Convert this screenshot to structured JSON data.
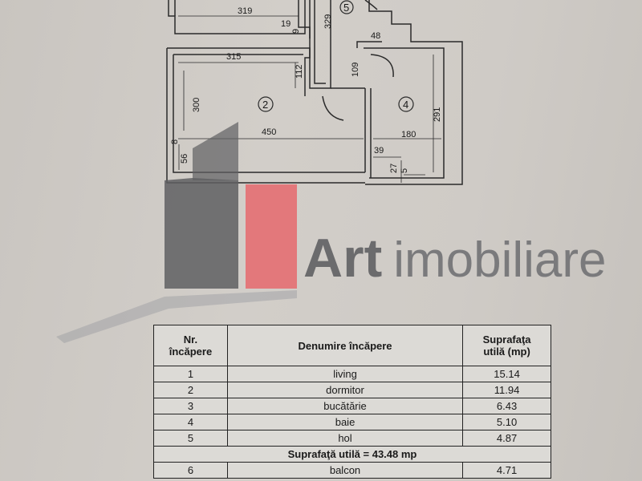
{
  "plan": {
    "dims": {
      "d319": "319",
      "d19": "19",
      "d329": "329",
      "d48": "48",
      "d315": "315",
      "d112": "112",
      "d109": "109",
      "d300": "300",
      "d291": "291",
      "d450": "450",
      "d180": "180",
      "d39": "39",
      "d56": "56",
      "d8": "8",
      "d27": "27",
      "d5": "5",
      "d9": "9"
    },
    "rooms": {
      "r2": "2",
      "r4": "4",
      "r5": "5"
    }
  },
  "logo": {
    "brand_bold": "Art",
    "brand_light": "imobiliare"
  },
  "table": {
    "headers": {
      "nr": "Nr.\nîncăpere",
      "name": "Denumire încăpere",
      "area": "Suprafaţa\nutilă (mp)"
    },
    "rows": [
      {
        "nr": "1",
        "name": "living",
        "area": "15.14"
      },
      {
        "nr": "2",
        "name": "dormitor",
        "area": "11.94"
      },
      {
        "nr": "3",
        "name": "bucătărie",
        "area": "6.43"
      },
      {
        "nr": "4",
        "name": "baie",
        "area": "5.10"
      },
      {
        "nr": "5",
        "name": "hol",
        "area": "4.87"
      }
    ],
    "summary": "Suprafaţă utilă = 43.48 mp",
    "extra_rows": [
      {
        "nr": "6",
        "name": "balcon",
        "area": "4.71"
      }
    ]
  }
}
